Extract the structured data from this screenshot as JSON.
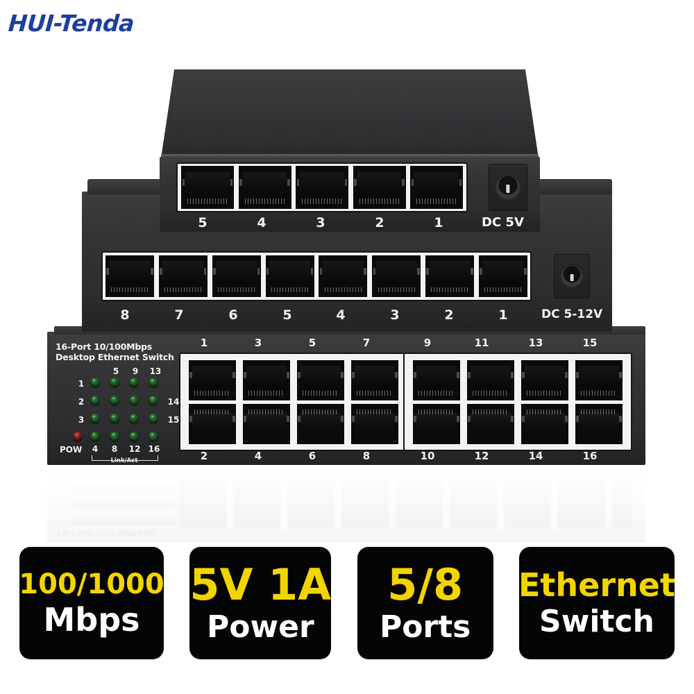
{
  "brand": {
    "logo_text": "HUI-Tenda",
    "logo_color": "#1d3f9e"
  },
  "devices": {
    "switch5": {
      "name": "5-port ethernet switch",
      "port_labels": [
        "5",
        "4",
        "3",
        "2",
        "1"
      ],
      "power_label": "DC 5V"
    },
    "switch8": {
      "name": "8-port ethernet switch",
      "port_labels": [
        "8",
        "7",
        "6",
        "5",
        "4",
        "3",
        "2",
        "1"
      ],
      "power_label": "DC 5-12V"
    },
    "switch16": {
      "name": "16-port desktop ethernet switch",
      "model_line1": "16-Port 10/100Mbps",
      "model_line2": "Desktop Ethernet Switch",
      "top_port_labels": [
        "1",
        "3",
        "5",
        "7",
        "9",
        "11",
        "13",
        "15"
      ],
      "bottom_port_labels": [
        "2",
        "4",
        "6",
        "8",
        "10",
        "12",
        "14",
        "16"
      ],
      "led_panel": {
        "row_labels_left": [
          "1",
          "2",
          "3"
        ],
        "col_labels_top": [
          "5",
          "9",
          "13"
        ],
        "row_labels_right": [
          "14",
          "15"
        ],
        "bottom_labels": [
          "4",
          "8",
          "12",
          "16"
        ],
        "power_label": "POW",
        "group_label": "Link/Act",
        "led_color_on": "#1d5a28",
        "led_color_power": "#7c1c1c"
      }
    }
  },
  "badges": [
    {
      "id": "badge-1",
      "top": "100/1000",
      "bottom": "Mbps",
      "top_color": "#f2d500",
      "bottom_color": "#ffffff",
      "bg": "#050505"
    },
    {
      "id": "badge-2",
      "top": "5V 1A",
      "bottom": "Power",
      "top_color": "#f2d500",
      "bottom_color": "#ffffff",
      "bg": "#050505"
    },
    {
      "id": "badge-3",
      "top": "5/8",
      "bottom": "Ports",
      "top_color": "#f2d500",
      "bottom_color": "#ffffff",
      "bg": "#050505"
    },
    {
      "id": "badge-4",
      "top": "Ethernet",
      "bottom": "Switch",
      "top_color": "#f2d500",
      "bottom_color": "#ffffff",
      "bg": "#050505"
    }
  ]
}
